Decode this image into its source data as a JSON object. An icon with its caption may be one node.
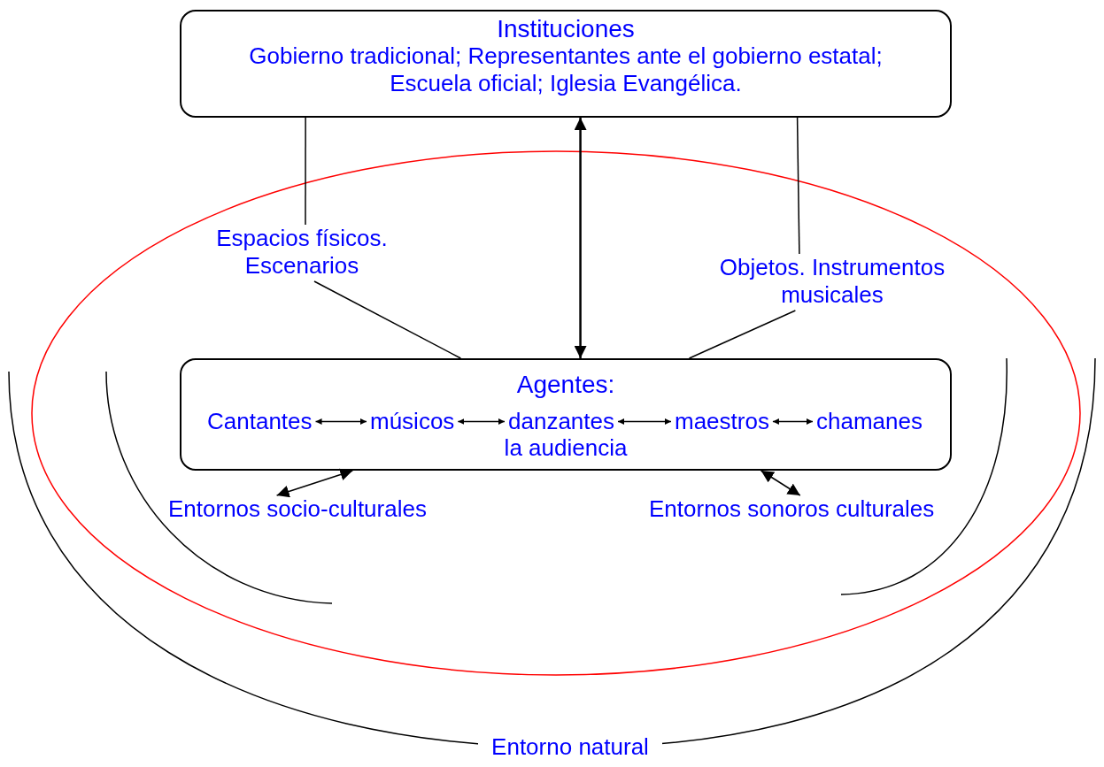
{
  "diagram": {
    "nodes": [
      {
        "text": [
          "Instituciones",
          "Gobierno tradicional; Representantes ante el gobierno estatal; Escuela oficial; Iglesia Evangélica."
        ]
      },
      {
        "text": [
          "Espacios físicos. Escenarios"
        ]
      },
      {
        "text": [
          "Objetos. Instrumentos musicales"
        ]
      },
      {
        "text": [
          "Agentes:",
          "la audiencia"
        ]
      },
      {
        "text": [
          "Cantantes"
        ],
        "in": 3
      },
      {
        "text": [
          "músicos"
        ],
        "in": 3
      },
      {
        "text": [
          "danzantes"
        ],
        "in": 3
      },
      {
        "text": [
          "maestros"
        ],
        "in": 3
      },
      {
        "text": [
          "chamanes"
        ],
        "in": 3
      },
      {
        "text": [
          "Entornos socio-culturales"
        ]
      },
      {
        "text": [
          "Entornos sonoros culturales"
        ]
      }
    ],
    "edges": [
      {
        "from": 1,
        "to": 0,
        "arrow": "none"
      },
      {
        "from": 1,
        "to": 3,
        "arrow": "none"
      },
      {
        "from": 2,
        "to": 0,
        "arrow": "none"
      },
      {
        "from": 2,
        "to": 3,
        "arrow": "none"
      },
      {
        "from": 3,
        "to": 0,
        "arrow": "both"
      },
      {
        "from": 4,
        "to": 5,
        "arrow": "both"
      },
      {
        "from": 5,
        "to": 6,
        "arrow": "both"
      },
      {
        "from": 6,
        "to": 7,
        "arrow": "both"
      },
      {
        "from": 7,
        "to": 8,
        "arrow": "both"
      },
      {
        "from": 3,
        "to": 9,
        "arrow": "both"
      },
      {
        "from": 3,
        "to": 10,
        "arrow": "both"
      }
    ],
    "labels": [
      "Entorno natural"
    ]
  }
}
